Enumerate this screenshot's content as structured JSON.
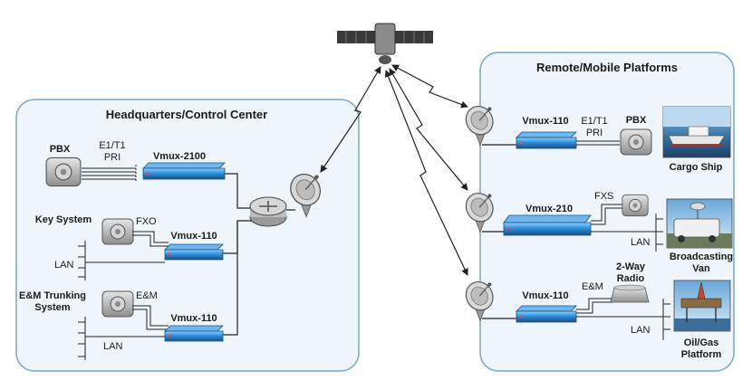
{
  "hq": {
    "title": "Headquarters/Control Center",
    "pbx_label": "PBX",
    "e1t1_label": "E1/T1",
    "pri_label": "PRI",
    "vmux2100_label": "Vmux-2100",
    "key_system_label": "Key System",
    "fxo_label": "FXO",
    "vmux110_a_label": "Vmux-110",
    "lan_a_label": "LAN",
    "em_trunking_line1": "E&M Trunking",
    "em_trunking_line2": "System",
    "em_label": "E&M",
    "vmux110_b_label": "Vmux-110",
    "lan_b_label": "LAN"
  },
  "remote": {
    "title": "Remote/Mobile Platforms",
    "row1": {
      "vmux_label": "Vmux-110",
      "e1t1_label": "E1/T1",
      "pri_label": "PRI",
      "pbx_label": "PBX",
      "site_label": "Cargo Ship"
    },
    "row2": {
      "vmux_label": "Vmux-210",
      "fxs_label": "FXS",
      "lan_label": "LAN",
      "site_line1": "Broadcasting",
      "site_line2": "Van"
    },
    "row3": {
      "vmux_label": "Vmux-110",
      "em_label": "E&M",
      "radio_line1": "2-Way",
      "radio_line2": "Radio",
      "lan_label": "LAN",
      "site_line1": "Oil/Gas",
      "site_line2": "Platform"
    }
  },
  "colors": {
    "panel_fill": "#eef6fb",
    "panel_stroke": "#7aa6c4",
    "vmux_blue": "#2f8fdc",
    "vmux_dark": "#174f86",
    "gray_device": "#a9a9a9"
  }
}
